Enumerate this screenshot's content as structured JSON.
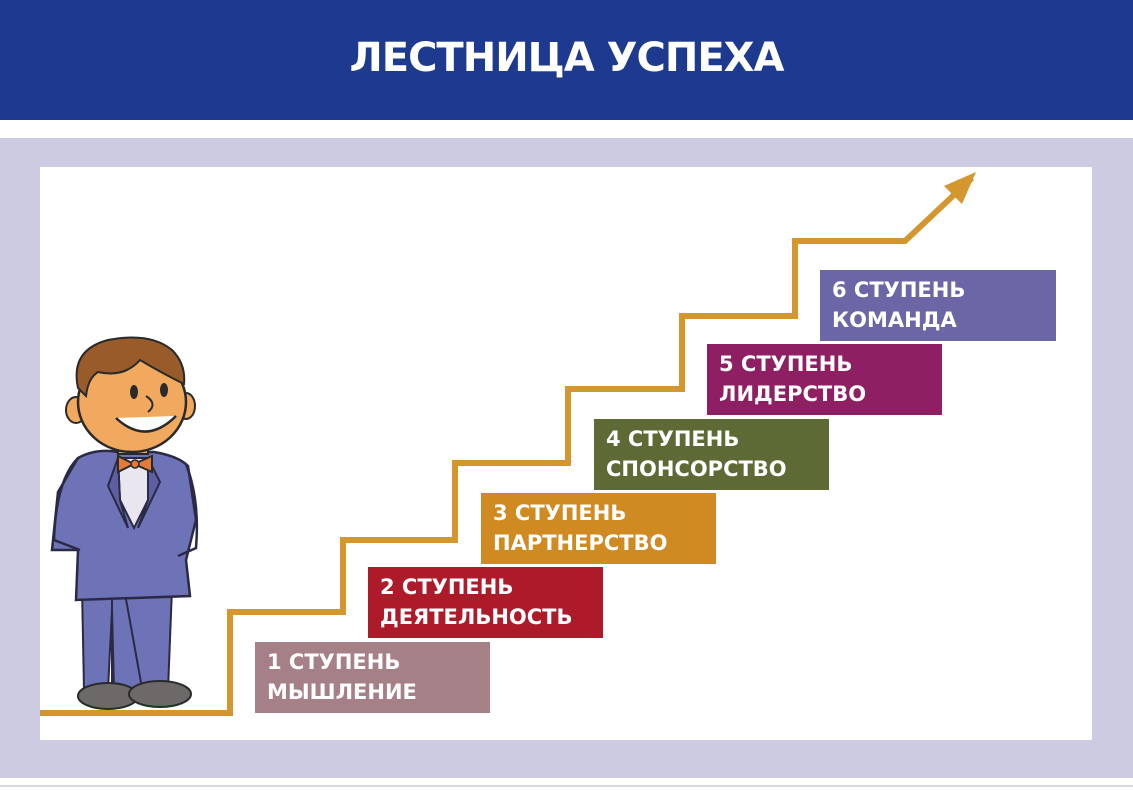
{
  "header": {
    "title": "ЛЕСТНИЦА УСПЕХА"
  },
  "colors": {
    "header_bg": "#1e3a8e",
    "frame_bg": "#cdcbe2",
    "stair_line": "#d4962f"
  },
  "steps": [
    {
      "number": "1 СТУПЕНЬ",
      "name": "МЫШЛЕНИЕ",
      "color": "#a58087"
    },
    {
      "number": "2 СТУПЕНЬ",
      "name": "ДЕЯТЕЛЬНОСТЬ",
      "color": "#ad1b2b"
    },
    {
      "number": "3 СТУПЕНЬ",
      "name": "ПАРТНЕРСТВО",
      "color": "#d08a22"
    },
    {
      "number": "4 СТУПЕНЬ",
      "name": "СПОНСОРСТВО",
      "color": "#5e6a36"
    },
    {
      "number": "5 СТУПЕНЬ",
      "name": "ЛИДЕРСТВО",
      "color": "#8e1f63"
    },
    {
      "number": "6 СТУПЕНЬ",
      "name": "КОМАНДА",
      "color": "#6b67a7"
    }
  ],
  "figure": {
    "icon": "businessman-icon"
  }
}
